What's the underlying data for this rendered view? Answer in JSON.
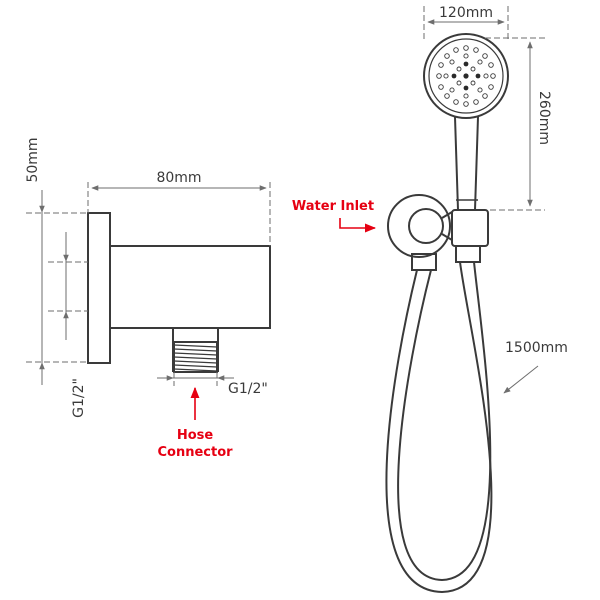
{
  "dimensions": {
    "shower_head_width": "120mm",
    "handle_length": "260mm",
    "hose_length": "1500mm",
    "outlet_depth": "80mm",
    "flange_height": "50mm",
    "thread_left": "G1/2\"",
    "thread_bottom": "G1/2\""
  },
  "callouts": {
    "water_inlet": "Water Inlet",
    "hose_connector_line1": "Hose",
    "hose_connector_line2": "Connector"
  },
  "colors": {
    "line": "#3a3a3a",
    "dim_line": "#6e6e6e",
    "accent_red": "#e60012",
    "background": "#ffffff"
  }
}
